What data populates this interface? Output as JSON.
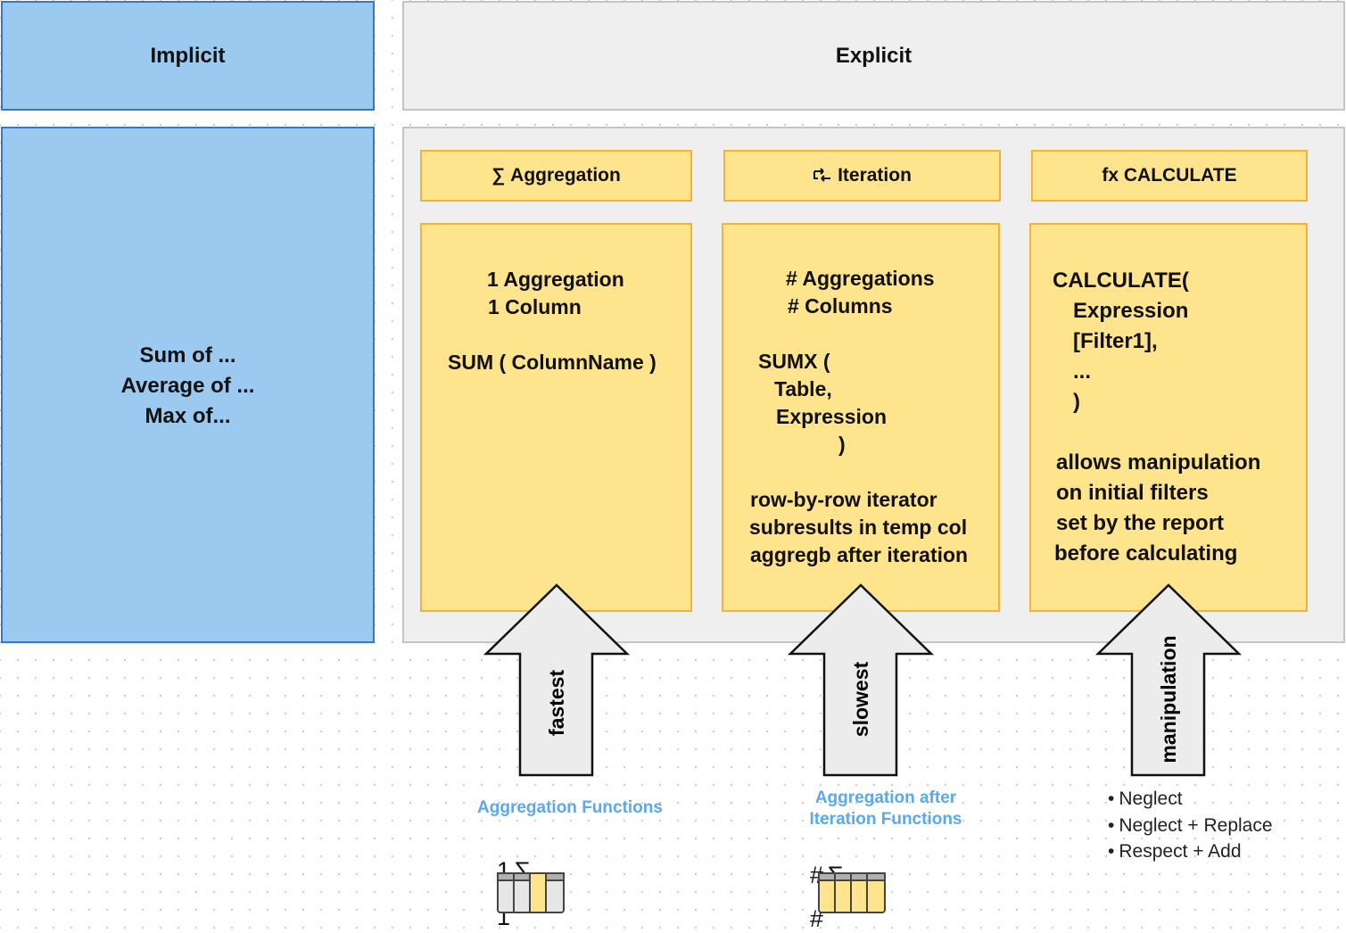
{
  "headers": {
    "implicit": "Implicit",
    "explicit": "Explicit"
  },
  "implicit_body": [
    "Sum of ...",
    "Average of ...",
    "Max of..."
  ],
  "columns": [
    {
      "icon": "sigma-icon",
      "icon_glyph": "∑",
      "title": "Aggregation",
      "lines": [
        "1 Aggregation",
        "1 Column",
        "",
        "SUM ( ColumnName )"
      ],
      "arrow_label": "fastest"
    },
    {
      "icon": "iterate-icon",
      "icon_glyph": "⥃",
      "title": "Iteration",
      "lines": [
        "# Aggregations",
        "# Columns",
        "",
        "SUMX (",
        "Table,",
        "Expression",
        ")",
        "",
        "row-by-row iterator",
        "subresults in temp col",
        "aggregb after iteration"
      ],
      "arrow_label": "slowest"
    },
    {
      "icon": "function-icon",
      "icon_glyph": "",
      "title": "fx CALCULATE",
      "lines": [
        "CALCULATE(",
        "Expression",
        "[Filter1],",
        "...",
        ")",
        "",
        "allows manipulation",
        "on initial filters",
        "set by the report",
        "before calculating"
      ],
      "arrow_label": "manipulation"
    }
  ],
  "footnotes": {
    "aggregation": {
      "title": "Aggregation Functions",
      "sigma_count": "1",
      "column_count": "1"
    },
    "iteration": {
      "title": "Aggregation after\nIteration Functions",
      "sigma_count": "#",
      "column_count": "#"
    },
    "calculate_bullets": [
      "Neglect",
      "Neglect + Replace",
      "Respect + Add"
    ]
  },
  "colors": {
    "implicit_fill": "#9bc9ef",
    "implicit_border": "#2f7bd1",
    "explicit_fill": "#efefef",
    "explicit_border": "#c4c4c4",
    "card_fill": "#ffe48e",
    "card_border": "#f3b23a",
    "arrow_fill": "#ececec",
    "note_text": "#5aa8ee"
  }
}
